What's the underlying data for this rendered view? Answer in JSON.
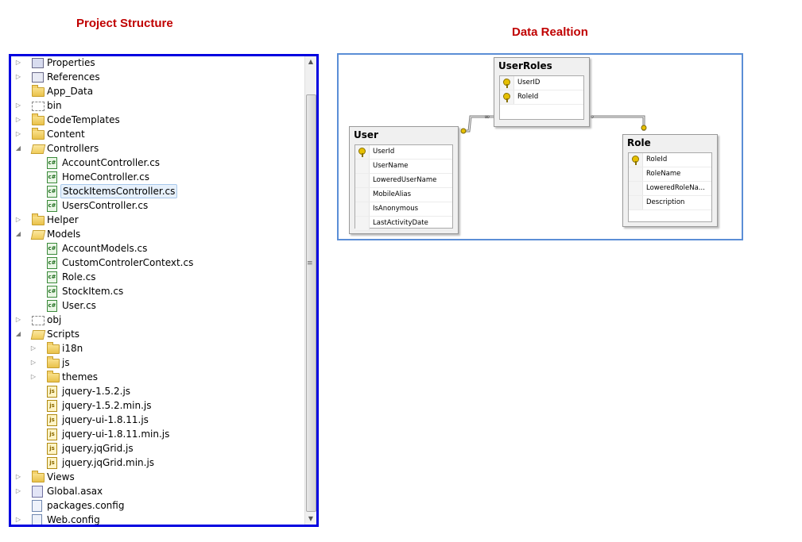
{
  "headings": {
    "project_structure": "Project Structure",
    "data_relation": "Data Realtion"
  },
  "tree": [
    {
      "label": "Properties",
      "icon": "properties-icon",
      "expander": "collapsed",
      "depth": 0
    },
    {
      "label": "References",
      "icon": "references-icon",
      "expander": "collapsed",
      "depth": 0
    },
    {
      "label": "App_Data",
      "icon": "folder-icon",
      "expander": "none",
      "depth": 0
    },
    {
      "label": "bin",
      "icon": "hidden-folder-icon",
      "expander": "collapsed",
      "depth": 0
    },
    {
      "label": "CodeTemplates",
      "icon": "folder-icon",
      "expander": "collapsed",
      "depth": 0
    },
    {
      "label": "Content",
      "icon": "folder-icon",
      "expander": "collapsed",
      "depth": 0
    },
    {
      "label": "Controllers",
      "icon": "open-folder-icon",
      "expander": "expanded",
      "depth": 0
    },
    {
      "label": "AccountController.cs",
      "icon": "cs-file-icon",
      "expander": "none",
      "depth": 1
    },
    {
      "label": "HomeController.cs",
      "icon": "cs-file-icon",
      "expander": "none",
      "depth": 1
    },
    {
      "label": "StockItemsController.cs",
      "icon": "cs-file-icon",
      "expander": "none",
      "depth": 1,
      "selected": true
    },
    {
      "label": "UsersController.cs",
      "icon": "cs-file-icon",
      "expander": "none",
      "depth": 1
    },
    {
      "label": "Helper",
      "icon": "folder-icon",
      "expander": "collapsed",
      "depth": 0
    },
    {
      "label": "Models",
      "icon": "open-folder-icon",
      "expander": "expanded",
      "depth": 0
    },
    {
      "label": "AccountModels.cs",
      "icon": "cs-file-icon",
      "expander": "none",
      "depth": 1
    },
    {
      "label": "CustomControlerContext.cs",
      "icon": "cs-file-icon",
      "expander": "none",
      "depth": 1
    },
    {
      "label": "Role.cs",
      "icon": "cs-file-icon",
      "expander": "none",
      "depth": 1
    },
    {
      "label": "StockItem.cs",
      "icon": "cs-file-icon",
      "expander": "none",
      "depth": 1
    },
    {
      "label": "User.cs",
      "icon": "cs-file-icon",
      "expander": "none",
      "depth": 1
    },
    {
      "label": "obj",
      "icon": "hidden-folder-icon",
      "expander": "collapsed",
      "depth": 0
    },
    {
      "label": "Scripts",
      "icon": "open-folder-icon",
      "expander": "expanded",
      "depth": 0
    },
    {
      "label": "i18n",
      "icon": "folder-icon",
      "expander": "collapsed",
      "depth": 1
    },
    {
      "label": "js",
      "icon": "folder-icon",
      "expander": "collapsed",
      "depth": 1
    },
    {
      "label": "themes",
      "icon": "folder-icon",
      "expander": "collapsed",
      "depth": 1
    },
    {
      "label": "jquery-1.5.2.js",
      "icon": "js-file-icon",
      "expander": "none",
      "depth": 1
    },
    {
      "label": "jquery-1.5.2.min.js",
      "icon": "js-file-icon",
      "expander": "none",
      "depth": 1
    },
    {
      "label": "jquery-ui-1.8.11.js",
      "icon": "js-file-icon",
      "expander": "none",
      "depth": 1
    },
    {
      "label": "jquery-ui-1.8.11.min.js",
      "icon": "js-file-icon",
      "expander": "none",
      "depth": 1
    },
    {
      "label": "jquery.jqGrid.js",
      "icon": "js-file-icon",
      "expander": "none",
      "depth": 1
    },
    {
      "label": "jquery.jqGrid.min.js",
      "icon": "js-file-icon",
      "expander": "none",
      "depth": 1
    },
    {
      "label": "Views",
      "icon": "folder-icon",
      "expander": "collapsed",
      "depth": 0
    },
    {
      "label": "Global.asax",
      "icon": "asax-file-icon",
      "expander": "collapsed",
      "depth": 0
    },
    {
      "label": "packages.config",
      "icon": "config-file-icon",
      "expander": "none",
      "depth": 0
    },
    {
      "label": "Web.config",
      "icon": "config-file-icon",
      "expander": "collapsed",
      "depth": 0
    }
  ],
  "diagram": {
    "tables": {
      "user_roles": {
        "name": "UserRoles",
        "columns": [
          {
            "name": "UserID",
            "key": true
          },
          {
            "name": "RoleId",
            "key": true
          }
        ]
      },
      "user": {
        "name": "User",
        "columns": [
          {
            "name": "UserId",
            "key": true
          },
          {
            "name": "UserName",
            "key": false
          },
          {
            "name": "LoweredUserName",
            "key": false
          },
          {
            "name": "MobileAlias",
            "key": false
          },
          {
            "name": "IsAnonymous",
            "key": false
          },
          {
            "name": "LastActivityDate",
            "key": false
          }
        ]
      },
      "role": {
        "name": "Role",
        "columns": [
          {
            "name": "RoleId",
            "key": true
          },
          {
            "name": "RoleName",
            "key": false
          },
          {
            "name": "LoweredRoleNa...",
            "key": false
          },
          {
            "name": "Description",
            "key": false
          }
        ]
      }
    },
    "relationships": [
      {
        "from": "User",
        "to": "UserRoles",
        "one_end": "User",
        "many_end": "UserRoles"
      },
      {
        "from": "Role",
        "to": "UserRoles",
        "one_end": "Role",
        "many_end": "UserRoles"
      }
    ]
  },
  "colors": {
    "heading": "#c00000",
    "tree_border": "#0000e0",
    "diagram_border": "#5b8ed6",
    "selection": "#e6f0fb"
  }
}
